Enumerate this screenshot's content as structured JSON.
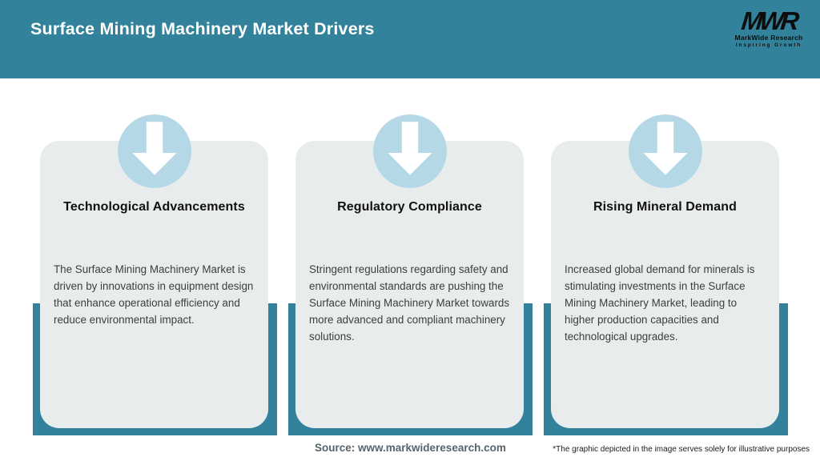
{
  "header": {
    "title": "Surface Mining Machinery Market Drivers",
    "logo": {
      "monogram": "MWR",
      "name": "MarkWide Research",
      "tagline": "Inspiring Growth"
    }
  },
  "cards": [
    {
      "icon": "down-arrow-icon",
      "title": "Technological Advancements",
      "description": "The Surface Mining Machinery Market is driven by innovations in equipment design that enhance operational efficiency and reduce environmental impact."
    },
    {
      "icon": "down-arrow-icon",
      "title": "Regulatory Compliance",
      "description": "Stringent regulations regarding safety and environmental standards are pushing the Surface Mining Machinery Market towards more advanced and compliant machinery solutions."
    },
    {
      "icon": "down-arrow-icon",
      "title": "Rising Mineral Demand",
      "description": "Increased global demand for minerals is stimulating investments in the Surface Mining Machinery Market, leading to higher production capacities and technological upgrades."
    }
  ],
  "footer": {
    "source": "Source: www.markwideresearch.com",
    "disclaimer": "*The graphic depicted in the image serves solely for illustrative purposes"
  },
  "colors": {
    "header_teal": "#33829b",
    "accent_band_teal": "#33829b",
    "card_background": "#e9eced",
    "badge_blue": "#b5d8e7",
    "arrow_white": "#ffffff",
    "title_text": "#111111",
    "body_text": "#3d3d3d",
    "source_text": "#56646b"
  }
}
